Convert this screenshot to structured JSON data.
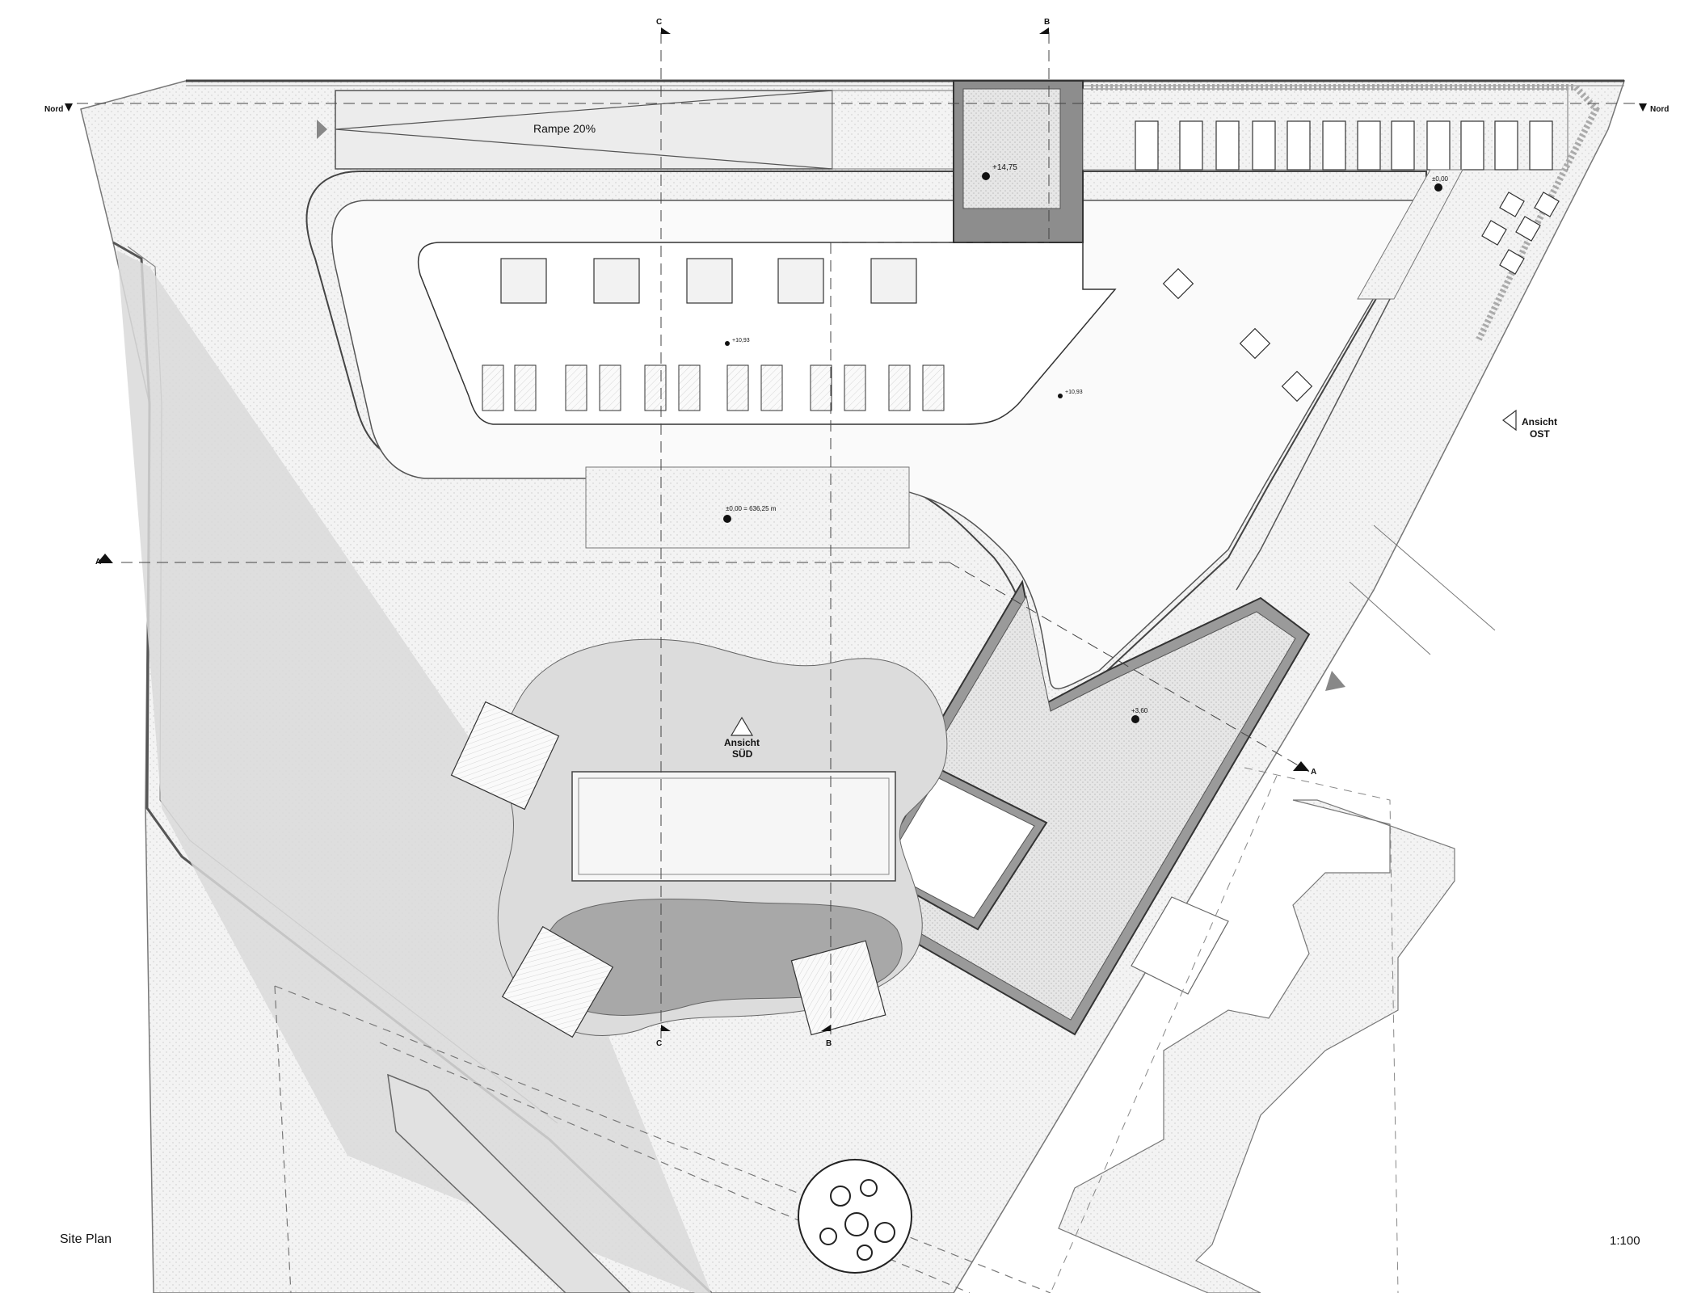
{
  "drawing": {
    "title": "Site Plan",
    "scale": "1:100"
  },
  "labels": {
    "ramp": "Rampe 20%",
    "north_left": "Nord",
    "north_right": "Nord",
    "view_east_1": "Ansicht",
    "view_east_2": "OST",
    "view_south_1": "Ansicht",
    "view_south_2": "SÜD",
    "section_a": "A",
    "section_a_end": "A",
    "section_b": "B",
    "section_b_end": "B",
    "section_c": "C",
    "section_c_end": "C"
  },
  "levels": {
    "tower": "+14,75",
    "terrace_left": "+10,93",
    "terrace_right": "+10,93",
    "parking": "±0,00",
    "ground": "±0,00 = 636,25 m",
    "block": "+3,60"
  }
}
